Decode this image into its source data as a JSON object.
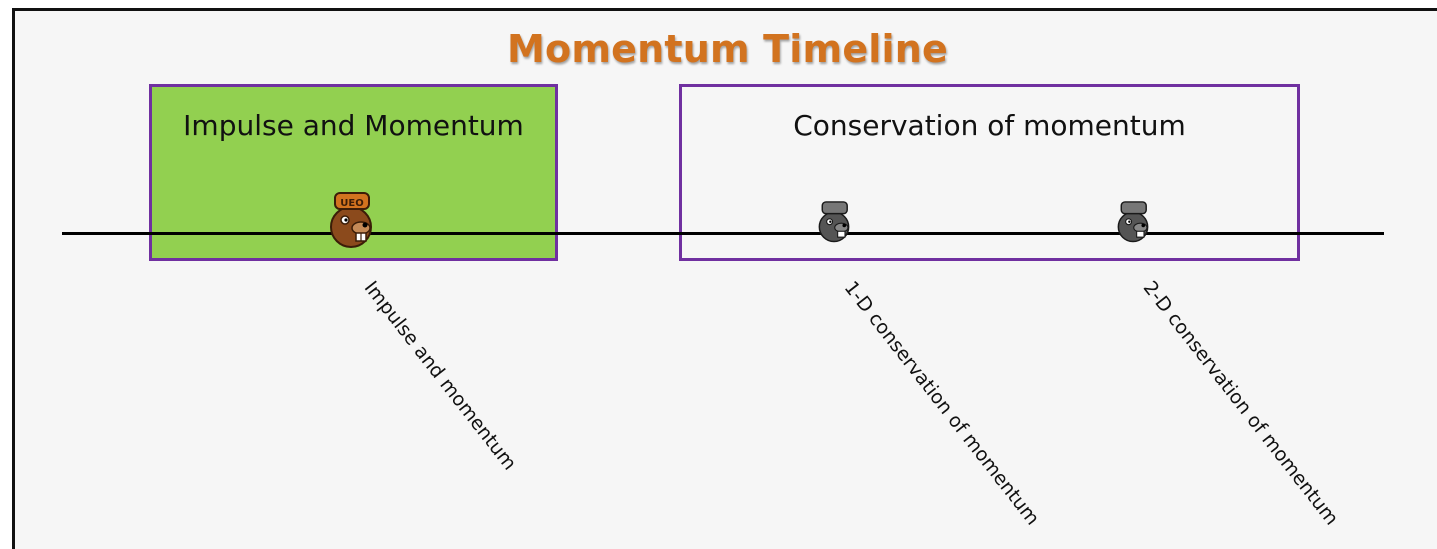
{
  "title": "Momentum Timeline",
  "colors": {
    "title": "#d2731f",
    "impulse_box_fill": "#92d050",
    "box_border": "#7030a0",
    "axis": "#000000",
    "mascot_active": "#8b4a1c",
    "mascot_inactive": "#555555"
  },
  "sections": [
    {
      "label": "Impulse and Momentum",
      "highlighted": true
    },
    {
      "label": "Conservation of momentum",
      "highlighted": false
    }
  ],
  "events": [
    {
      "label": "Impulse and momentum",
      "icon": "beaver-mascot-icon",
      "active": true
    },
    {
      "label": "1-D conservation of momentum",
      "icon": "beaver-mascot-icon",
      "active": false
    },
    {
      "label": "2-D conservation of momentum",
      "icon": "beaver-mascot-icon",
      "active": false
    }
  ]
}
